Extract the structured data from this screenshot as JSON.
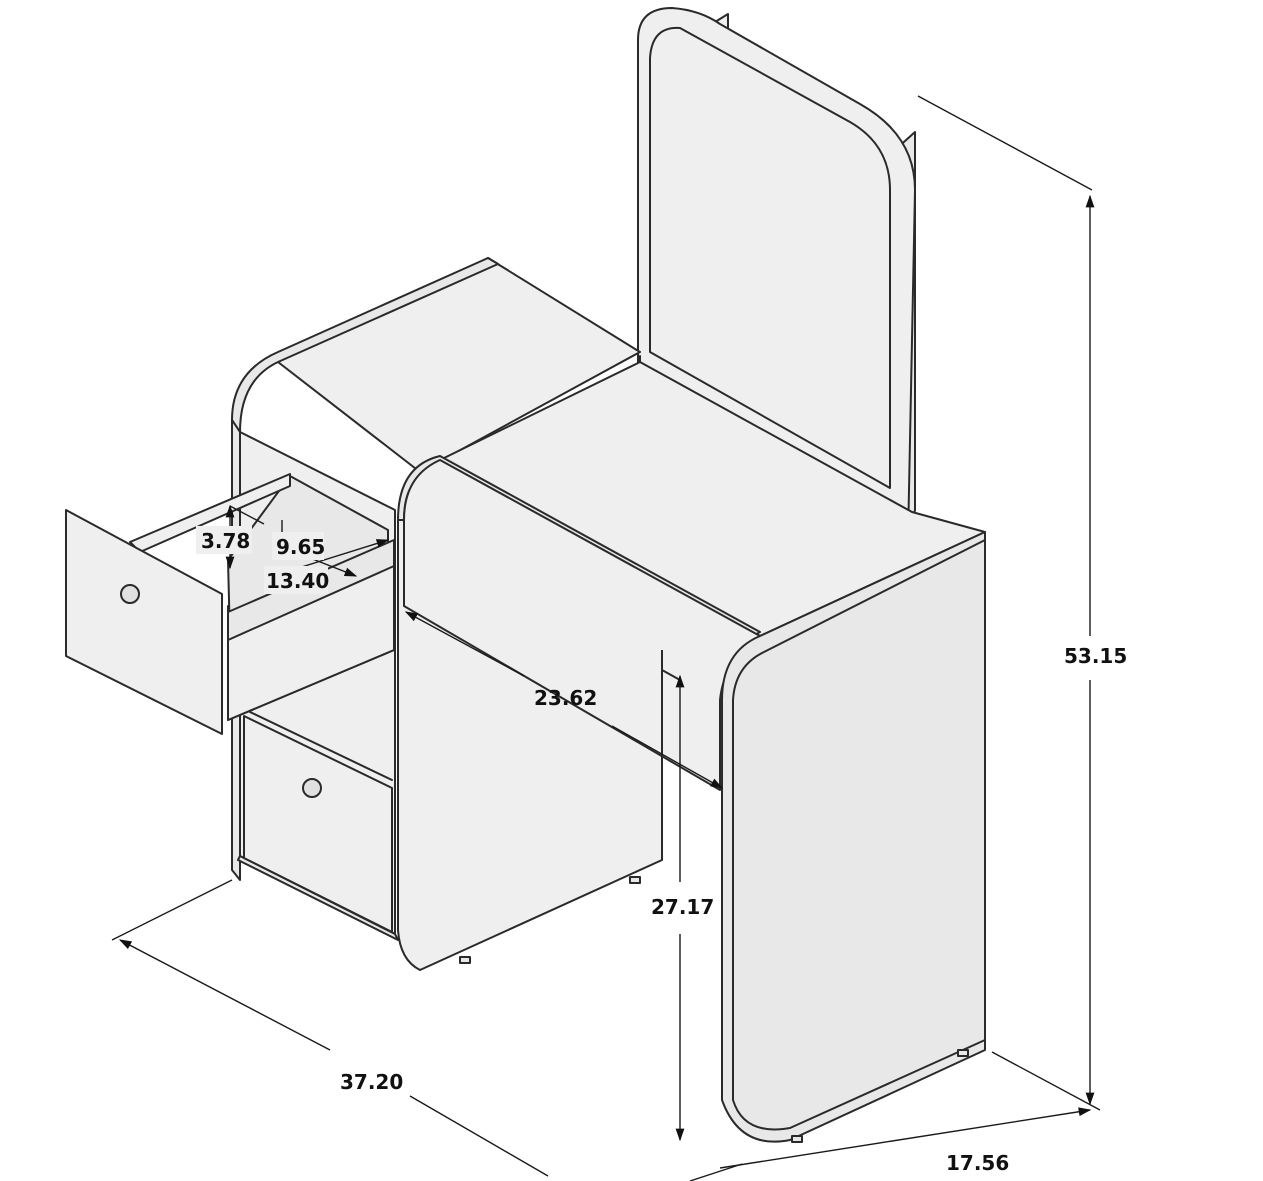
{
  "dimensions": {
    "drawer_depth": "3.78",
    "drawer_inner_width": "9.65",
    "drawer_length": "13.40",
    "desk_opening_width": "23.62",
    "total_height": "53.15",
    "desk_height": "27.17",
    "total_width": "37.20",
    "depth": "17.56"
  }
}
